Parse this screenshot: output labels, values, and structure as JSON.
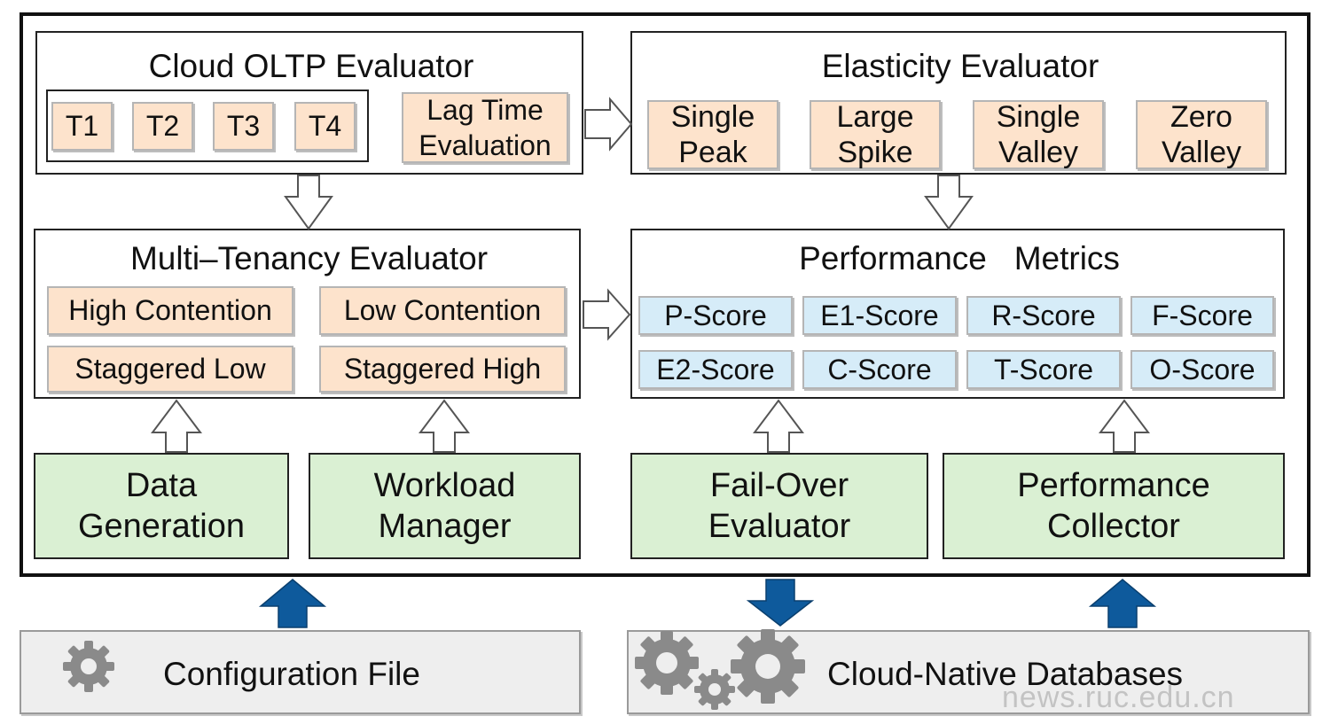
{
  "cloud_oltp": {
    "title": "Cloud OLTP Evaluator",
    "transactions": [
      "T1",
      "T2",
      "T3",
      "T4"
    ],
    "lag_line1": "Lag Time",
    "lag_line2": "Evaluation"
  },
  "elasticity": {
    "title": "Elasticity Evaluator",
    "items": [
      {
        "l1": "Single",
        "l2": "Peak"
      },
      {
        "l1": "Large",
        "l2": "Spike"
      },
      {
        "l1": "Single",
        "l2": "Valley"
      },
      {
        "l1": "Zero",
        "l2": "Valley"
      }
    ]
  },
  "multi_tenancy": {
    "title": "Multi–Tenancy Evaluator",
    "items": [
      "High Contention",
      "Low Contention",
      "Staggered Low",
      "Staggered High"
    ]
  },
  "metrics": {
    "title": "Performance   Metrics",
    "scores": [
      "P-Score",
      "E1-Score",
      "R-Score",
      "F-Score",
      "E2-Score",
      "C-Score",
      "T-Score",
      "O-Score"
    ]
  },
  "modules": [
    {
      "l1": "Data",
      "l2": "Generation"
    },
    {
      "l1": "Workload",
      "l2": "Manager"
    },
    {
      "l1": "Fail-Over",
      "l2": "Evaluator"
    },
    {
      "l1": "Performance",
      "l2": "Collector"
    }
  ],
  "config_file": "Configuration File",
  "databases": "Cloud-Native Databases",
  "watermark": "news.ruc.edu.cn",
  "colors": {
    "peach": "#fde3cc",
    "light_blue": "#d6ecf8",
    "light_green": "#daf0d3",
    "grey": "#eeeeee",
    "arrow_blue": "#0e5a9c"
  }
}
